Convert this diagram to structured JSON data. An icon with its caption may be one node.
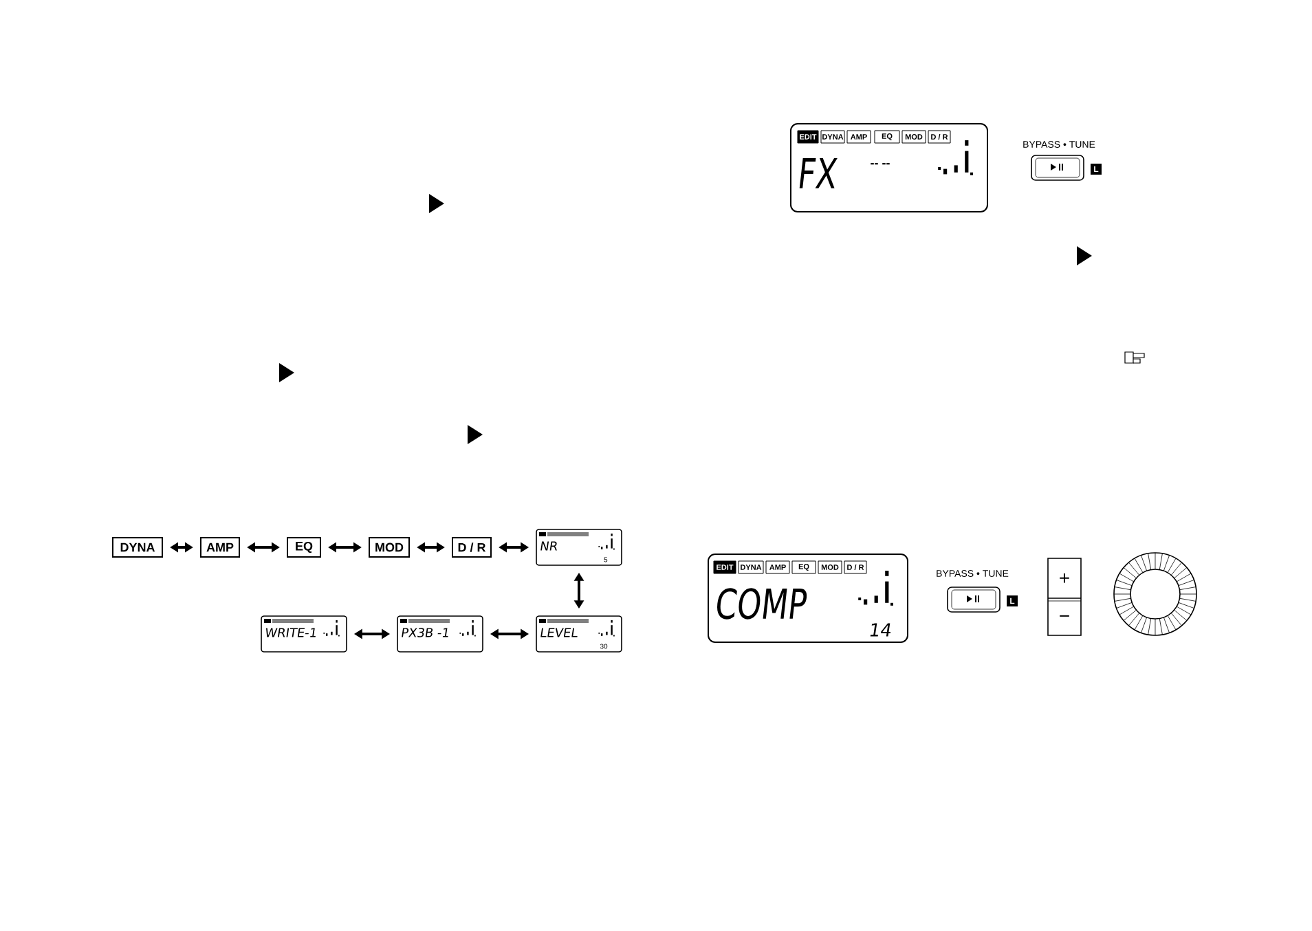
{
  "diagram": {
    "nodes": [
      {
        "text": [
          "DYNA"
        ]
      },
      {
        "text": [
          "AMP"
        ]
      },
      {
        "text": [
          "EQ"
        ]
      },
      {
        "text": [
          "MOD"
        ]
      },
      {
        "text": [
          "D / R"
        ]
      },
      {
        "text": [
          "NR",
          "5"
        ]
      },
      {
        "text": [
          "LEVEL",
          "30"
        ]
      },
      {
        "text": [
          "PX3B -1"
        ]
      },
      {
        "text": [
          "WRITE-1"
        ]
      },
      {
        "text": [
          "FX",
          "-- --"
        ]
      },
      {
        "text": [
          "EDIT"
        ],
        "in": 9
      },
      {
        "text": [
          "DYNA"
        ],
        "in": 9
      },
      {
        "text": [
          "AMP"
        ],
        "in": 9
      },
      {
        "text": [
          "EQ"
        ],
        "in": 9
      },
      {
        "text": [
          "MOD"
        ],
        "in": 9
      },
      {
        "text": [
          "D / R"
        ],
        "in": 9
      },
      {
        "text": [
          "COMP",
          "14"
        ]
      },
      {
        "text": [
          "EDIT"
        ],
        "in": 16
      },
      {
        "text": [
          "DYNA"
        ],
        "in": 16
      },
      {
        "text": [
          "AMP"
        ],
        "in": 16
      },
      {
        "text": [
          "EQ"
        ],
        "in": 16
      },
      {
        "text": [
          "MOD"
        ],
        "in": 16
      },
      {
        "text": [
          "D / R"
        ],
        "in": 16
      },
      {
        "text": [],
        "shape": "box"
      },
      {
        "text": [],
        "shape": "box"
      }
    ],
    "edges": [
      {
        "from": 0,
        "to": 1,
        "arrow": "both"
      },
      {
        "from": 1,
        "to": 2,
        "arrow": "both"
      },
      {
        "from": 2,
        "to": 3,
        "arrow": "both"
      },
      {
        "from": 3,
        "to": 4,
        "arrow": "both"
      },
      {
        "from": 4,
        "to": 5,
        "arrow": "both"
      },
      {
        "from": 5,
        "to": 6,
        "arrow": "both"
      },
      {
        "from": 6,
        "to": 7,
        "arrow": "both"
      },
      {
        "from": 7,
        "to": 8,
        "arrow": "both"
      }
    ],
    "labels": [
      "BYPASS • TUNE",
      "L",
      "BYPASS • TUNE",
      "L",
      "+",
      "−"
    ]
  }
}
